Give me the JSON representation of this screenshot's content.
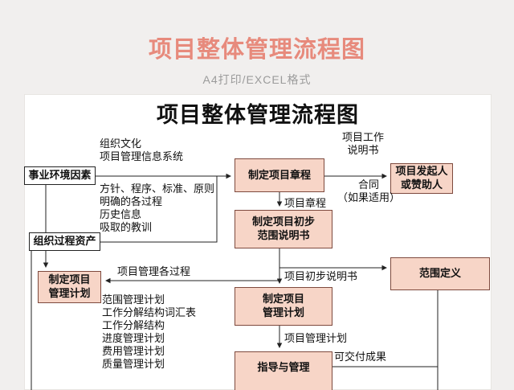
{
  "page": {
    "title": "项目整体管理流程图",
    "subtitle": "A4打印/EXCEL格式"
  },
  "colors": {
    "page_title": "#e78a7c",
    "subtitle_gray": "#9b9b9b",
    "node_fill": "#f7d5c7",
    "node_border": "#7e4a3e",
    "connector": "#222222"
  },
  "diagram": {
    "title": "项目整体管理流程图",
    "nodes": {
      "env_factors": "事业环境因素",
      "org_assets": "组织过程资产",
      "dev_pm_plan_left": "制定项目\n管理计划",
      "dev_charter": "制定项目章程",
      "dev_prelim_scope": "制定项目初步\n范围说明书",
      "dev_pm_plan": "制定项目\n管理计划",
      "direct_manage": "指导与管理",
      "sponsor": "项目发起人\n或赞助人",
      "scope_definition": "范围定义"
    },
    "annotations": {
      "org_culture": "组织文化",
      "pmis": "项目管理信息系统",
      "policies": "方针、程序、标准、原则",
      "defined_processes": "明确的各过程",
      "historical_info": "历史信息",
      "lessons_learned": "吸取的教训",
      "sow": "项目工作\n说明书",
      "contract": "合同\n（如果适用）",
      "pm_processes": "项目管理各过程",
      "plan_list": [
        "范围管理计划",
        "工作分解结构词汇表",
        "工作分解结构",
        "进度管理计划",
        "费用管理计划",
        "质量管理计划"
      ]
    },
    "flow_labels": {
      "charter": "项目章程",
      "prelim_scope": "项目初步说明书",
      "pm_plan": "项目管理计划",
      "deliverables": "可交付成果"
    }
  }
}
